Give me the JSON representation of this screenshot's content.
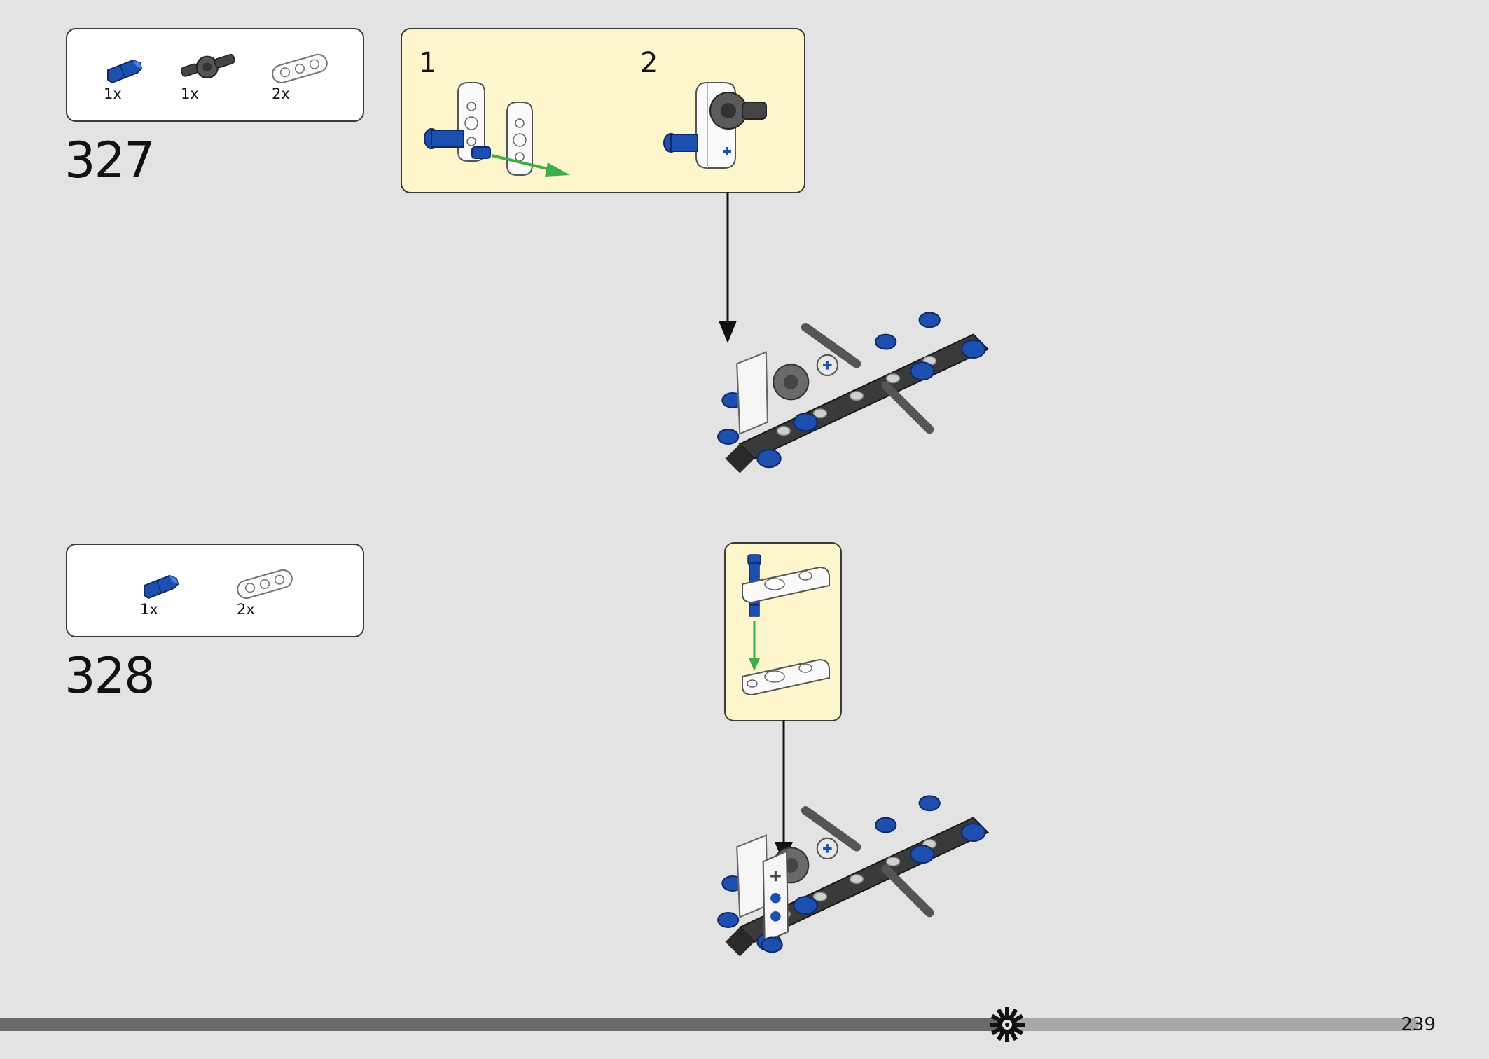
{
  "steps": [
    {
      "number": "327",
      "parts": [
        {
          "icon": "blue-pin-icon",
          "qty": "1x"
        },
        {
          "icon": "dark-grey-connector-icon",
          "qty": "1x"
        },
        {
          "icon": "white-beam-icon",
          "qty": "2x"
        }
      ],
      "substeps": [
        "1",
        "2"
      ]
    },
    {
      "number": "328",
      "parts": [
        {
          "icon": "blue-pin-icon",
          "qty": "1x"
        },
        {
          "icon": "white-beam-icon",
          "qty": "2x"
        }
      ]
    }
  ],
  "footer": {
    "page_number": "239",
    "progress": 0.71,
    "marker_icon": "gear-icon"
  },
  "colors": {
    "background": "#e3e3e3",
    "callout": "#fdf6cd",
    "lego_blue": "#1d4fb0",
    "lego_dark": "#3b3b3b",
    "arrow_green": "#3fae4a"
  }
}
